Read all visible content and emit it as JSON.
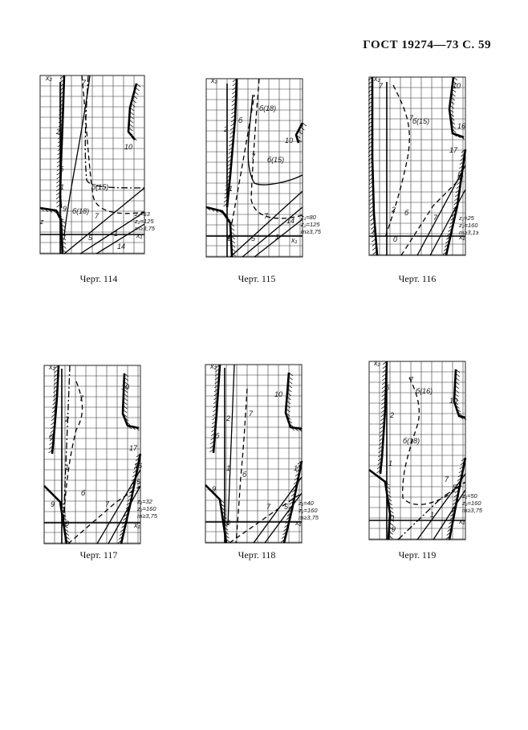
{
  "header": "ГОСТ 19274—73 С. 59",
  "figures": [
    {
      "caption": "Черт. 114",
      "params": [
        "z₁=63",
        "z₂=125",
        "m≥3,75"
      ],
      "labels": [
        "x₂",
        "7",
        "2",
        "10",
        "б",
        "1",
        "б(15)",
        "б(18)",
        "9",
        "7",
        "z",
        "0",
        "5",
        "1",
        "x₁",
        "14"
      ]
    },
    {
      "caption": "Черт. 115",
      "params": [
        "z₁=80",
        "z₂=125",
        "m≥3,75"
      ],
      "labels": [
        "x₂",
        "б(18)",
        "б",
        "2",
        "10",
        "7",
        "б(15)",
        "1",
        "7",
        "14",
        "0",
        "5",
        "1",
        "x₁"
      ]
    },
    {
      "caption": "Черт. 116",
      "params": [
        "z₁=25",
        "z₂=160",
        "m≥3,1э"
      ],
      "labels": [
        "x₂",
        "7",
        "10",
        "7",
        "б(15)",
        "16",
        "17",
        "5",
        "2",
        "б",
        "7",
        "9",
        "0",
        "x₁"
      ]
    },
    {
      "caption": "Черт. 117",
      "params": [
        "z₁=32",
        "z₂=160",
        "m≥3,75"
      ],
      "labels": [
        "x₂",
        "7",
        "10",
        "2",
        "б",
        "17",
        "1",
        "16",
        "15",
        "9",
        "б",
        "7",
        "0",
        "x₁"
      ]
    },
    {
      "caption": "Черт. 118",
      "params": [
        "z₁=40",
        "z₂=160",
        "m≥3,75"
      ],
      "labels": [
        "x₂",
        "2",
        "7",
        "10",
        "б",
        "1",
        "б",
        "17",
        "9",
        "7",
        "5",
        "0",
        "x₁"
      ]
    },
    {
      "caption": "Черт. 119",
      "params": [
        "z₁=50",
        "z₂=160",
        "m≥3,75"
      ],
      "labels": [
        "x₂",
        "7",
        "б",
        "б(16)",
        "10",
        "2",
        "б(18)",
        "1",
        "7",
        "5",
        "0",
        "9",
        "1",
        "x₁"
      ]
    }
  ]
}
